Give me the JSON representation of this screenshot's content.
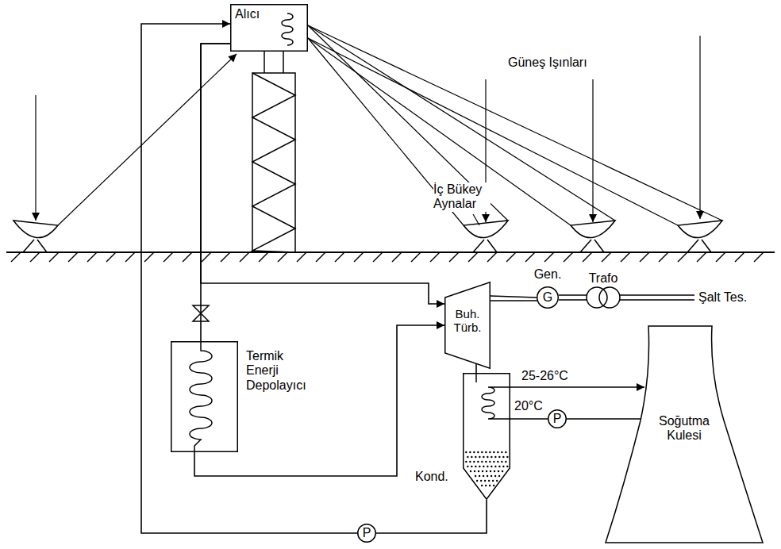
{
  "diagram": {
    "nodes": [
      {
        "text": [
          "Alıcı"
        ]
      },
      {
        "text": [
          "Termik Enerji Depolayıcı"
        ]
      },
      {
        "text": [
          "Buh. Türb."
        ]
      },
      {
        "text": [
          "Gen.",
          "G"
        ]
      },
      {
        "text": [
          "Kond."
        ]
      },
      {
        "text": [
          "P"
        ]
      },
      {
        "text": [
          "P"
        ]
      },
      {
        "text": [
          "Soğutma Kulesi"
        ]
      }
    ],
    "edges": [
      {
        "from": 0,
        "to": 2,
        "arrow": "to"
      },
      {
        "from": 0,
        "to": 1,
        "arrow": "none"
      },
      {
        "from": 1,
        "to": 2,
        "arrow": "to"
      },
      {
        "from": 2,
        "to": 4,
        "arrow": "none"
      },
      {
        "from": 4,
        "to": 5,
        "arrow": "none"
      },
      {
        "from": 5,
        "to": 0,
        "arrow": "to"
      },
      {
        "from": 4,
        "to": 7,
        "label": "25-26°C",
        "arrow": "to"
      },
      {
        "from": 6,
        "to": 4,
        "label": "20°C",
        "arrow": "none"
      },
      {
        "from": 7,
        "to": 6,
        "arrow": "none"
      },
      {
        "from": 2,
        "to": 3,
        "arrow": "none"
      }
    ],
    "labels": [
      "Güneş Işınları",
      "İç Bükey Aynalar",
      "Trafo",
      "Şalt Tes."
    ]
  }
}
